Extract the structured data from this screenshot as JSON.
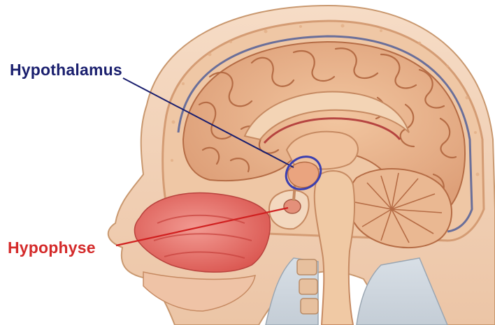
{
  "labels": {
    "hypothalamus": "Hypothalamus",
    "hypophyse": "Hypophyse"
  },
  "colors": {
    "hypothalamus_label": "#1a1f6e",
    "hypothalamus_marker": "#3b3fb0",
    "hypophyse_label": "#d42a2a",
    "hypophyse_line": "#d02020",
    "brain_tissue": "#e8b48c",
    "brain_fold": "#b56c45",
    "skull": "#f1cdb0",
    "dura": "#6a6f9a",
    "nasal_cavity": "#e4706a",
    "spinal_cord": "#f0c9a4",
    "background": "#ffffff"
  },
  "icons": {
    "diagram": "sagittal-head-section"
  }
}
